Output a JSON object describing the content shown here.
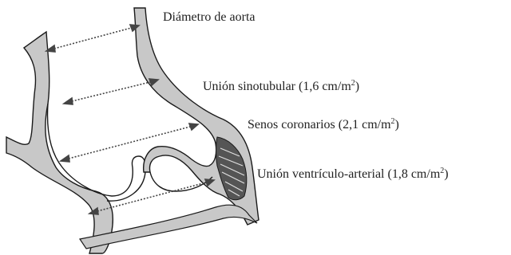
{
  "labels": {
    "aorta": {
      "text": "Diámetro de aorta"
    },
    "sinotubular": {
      "text": "Unión sinotubular (1,6 cm/m",
      "sup": "2",
      "close": ")"
    },
    "senos": {
      "text": "Senos coronarios (2,1 cm/m",
      "sup": "2",
      "close": ")"
    },
    "ventriculo": {
      "text": "Unión ventrículo-arterial (1,8 cm/m",
      "sup": "2",
      "close": ")"
    }
  },
  "colors": {
    "wall_fill": "#c8c8c8",
    "outline": "#1a1a1a",
    "arrow": "#444444",
    "hatch": "#2a2a2a"
  }
}
